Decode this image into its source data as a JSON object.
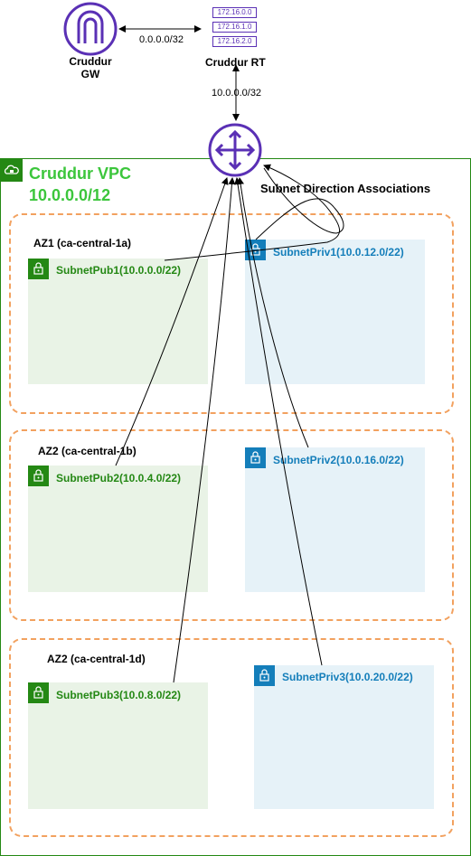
{
  "gateway": {
    "label": "Cruddur\nGW",
    "icon": "internet-gateway-icon",
    "color": "#5a30b5"
  },
  "route_table": {
    "label": "Cruddur RT",
    "routes": [
      "172.16.0.0",
      "172.16.1.0",
      "172.16.2.0"
    ],
    "icon": "route-table-icon"
  },
  "edges": {
    "gw_rt": "0.0.0.0/32",
    "rt_router": "10.0.0.0/32"
  },
  "router": {
    "icon": "router-icon"
  },
  "vpc": {
    "title": "Cruddur VPC",
    "cidr": "10.0.0.0/12",
    "border_color": "#248814",
    "title_color": "#3cc63c",
    "icon": "cloud-lock-icon"
  },
  "associations_label": "Subnet Direction Associations",
  "zones": [
    {
      "label": "AZ1 (ca-central-1a)",
      "public": "SubnetPub1(10.0.0.0/22)",
      "private": "SubnetPriv1(10.0.12.0/22)"
    },
    {
      "label": "AZ2 (ca-central-1b)",
      "public": "SubnetPub2(10.0.4.0/22)",
      "private": "SubnetPriv2(10.0.16.0/22)"
    },
    {
      "label": "AZ2 (ca-central-1d)",
      "public": "SubnetPub3(10.0.8.0/22)",
      "private": "SubnetPriv3(10.0.20.0/22)"
    }
  ],
  "colors": {
    "public": "#248814",
    "private": "#147eba",
    "az_border": "#f2a15f"
  }
}
